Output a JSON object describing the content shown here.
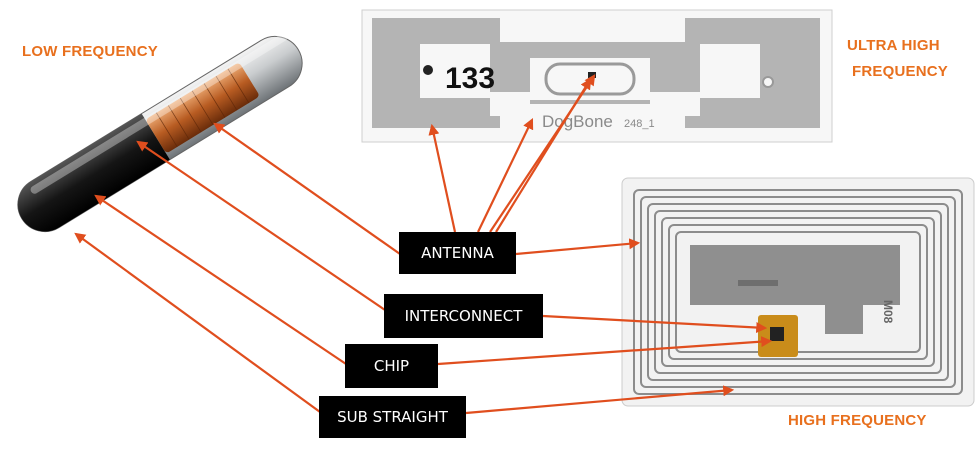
{
  "labels": {
    "low_frequency": "LOW FREQUENCY",
    "ultra_high_frequency_line1": "ULTRA HIGH",
    "ultra_high_frequency_line2": "FREQUENCY",
    "high_frequency": "HIGH FREQUENCY"
  },
  "components": {
    "antenna": "ANTENNA",
    "interconnect": "INTERCONNECT",
    "chip": "CHIP",
    "sub_straight": "SUB STRAIGHT"
  },
  "uhf_tag": {
    "number": "133",
    "brand": "DogBone",
    "code": "248_1"
  },
  "hf_tag": {
    "code": "M08"
  },
  "colors": {
    "accent": "#e8701e",
    "arrow": "#e04e1e",
    "box_bg": "#000000",
    "box_text": "#ffffff"
  }
}
